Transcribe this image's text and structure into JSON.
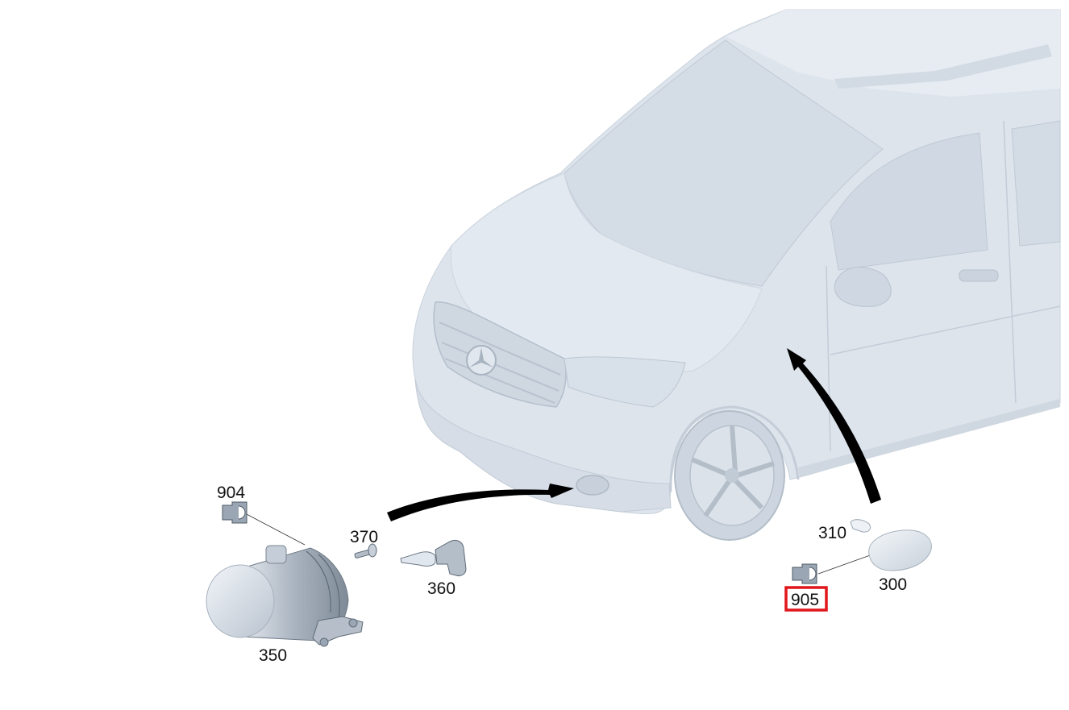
{
  "diagram": {
    "parts": [
      {
        "id": "904",
        "label": "904",
        "name": "connector-904"
      },
      {
        "id": "370",
        "label": "370",
        "name": "screw-370"
      },
      {
        "id": "360",
        "label": "360",
        "name": "bulb-360"
      },
      {
        "id": "350",
        "label": "350",
        "name": "fog-lamp-350"
      },
      {
        "id": "310",
        "label": "310",
        "name": "bulb-310"
      },
      {
        "id": "300",
        "label": "300",
        "name": "side-marker-lamp-300"
      },
      {
        "id": "905",
        "label": "905",
        "name": "connector-905",
        "highlighted": true
      }
    ],
    "highlight_color": "#e0161b",
    "body_color": "#d9e1ea",
    "arrow_color": "#000000"
  }
}
